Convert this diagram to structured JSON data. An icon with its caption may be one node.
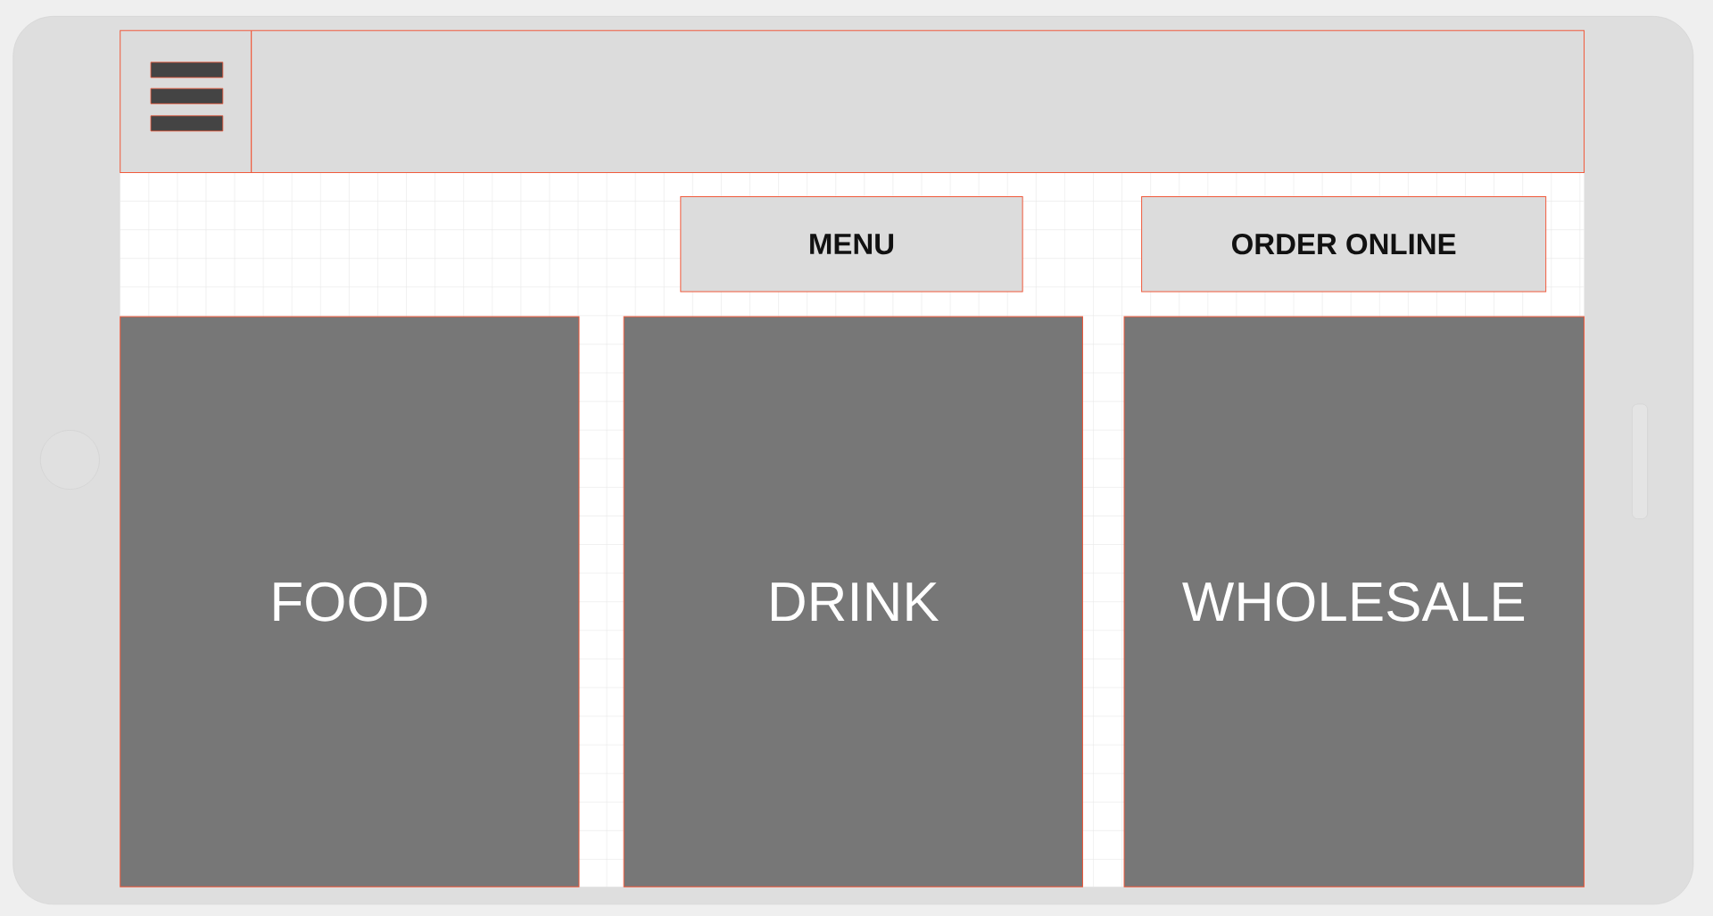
{
  "diagram": {
    "nodes": [
      {
        "text": [],
        "shape": "box"
      },
      {
        "text": [
          "MENU"
        ]
      },
      {
        "text": [
          "ORDER ONLINE"
        ]
      },
      {
        "text": [
          "FOOD"
        ]
      },
      {
        "text": [
          "DRINK"
        ]
      },
      {
        "text": [
          "WHOLESALE"
        ]
      }
    ],
    "edges": []
  }
}
